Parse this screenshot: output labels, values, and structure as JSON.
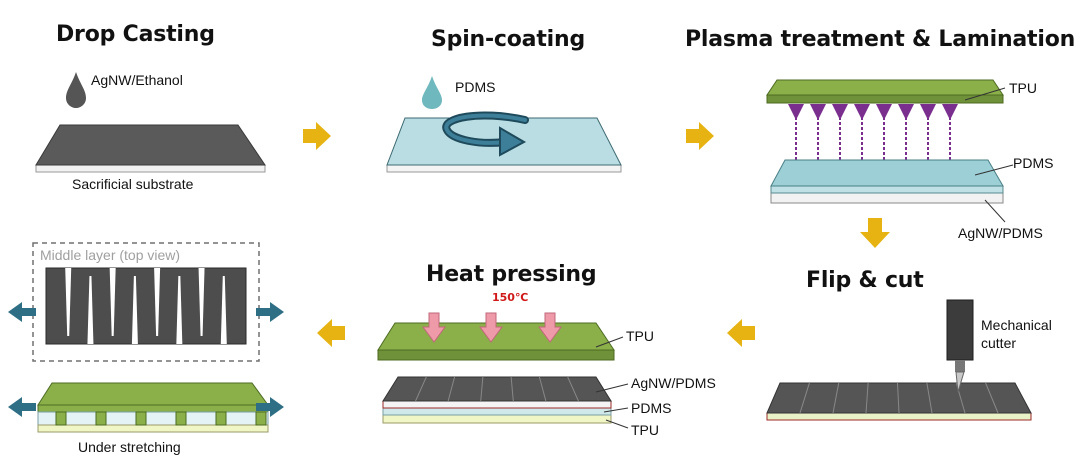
{
  "steps": {
    "drop_casting": {
      "title": "Drop Casting",
      "ink": "AgNW/Ethanol",
      "substrate": "Sacrificial substrate"
    },
    "spin_coating": {
      "title": "Spin-coating",
      "material": "PDMS"
    },
    "plasma": {
      "title": "Plasma treatment & Lamination",
      "top": "TPU",
      "middle": "PDMS",
      "bottom": "AgNW/PDMS"
    },
    "flip_cut": {
      "title": "Flip & cut",
      "tool": "Mechanical\ncutter"
    },
    "heat_pressing": {
      "title": "Heat pressing",
      "temperature": "150℃",
      "l1": "TPU",
      "l2": "AgNW/PDMS",
      "l3": "PDMS",
      "l4": "TPU"
    },
    "stretching": {
      "inset_title": "Middle layer (top view)",
      "caption": "Under stretching"
    }
  },
  "colors": {
    "arrow_yellow": "#e6b312",
    "tpu_green": "#8bb04a",
    "pdms_blue": "#bfe0e4",
    "agnw_dark": "#4a4a4a",
    "plasma_purple": "#7a2e8e",
    "heat_pink": "#ef9aa8",
    "stretch_teal": "#2f6f86"
  }
}
